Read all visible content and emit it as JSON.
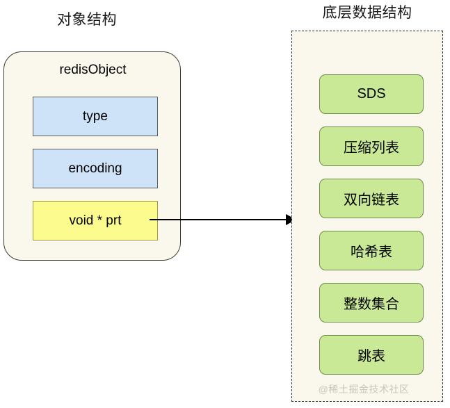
{
  "diagram": {
    "left_section": {
      "title": "对象结构",
      "container_label": "redisObject",
      "fields": [
        {
          "label": "type",
          "color": "#cfe3f8"
        },
        {
          "label": "encoding",
          "color": "#cfe3f8"
        },
        {
          "label": "void * prt",
          "color": "#fbfb8e"
        }
      ]
    },
    "right_section": {
      "title": "底层数据结构",
      "structures": [
        {
          "label": "SDS"
        },
        {
          "label": "压缩列表"
        },
        {
          "label": "双向链表"
        },
        {
          "label": "哈希表"
        },
        {
          "label": "整数集合"
        },
        {
          "label": "跳表"
        }
      ],
      "watermark": "@稀土掘金技术社区"
    },
    "connector": {
      "name": "pointer-arrow",
      "from": "void * prt",
      "to": "底层数据结构"
    },
    "colors": {
      "panel_background": "#faf8ec",
      "field_blue": "#cfe3f8",
      "field_yellow": "#fbfb8e",
      "structure_green": "#c9e996",
      "structure_border": "#6d8a4b",
      "outline": "#3d3a32",
      "watermark": "#c9c7bb"
    }
  }
}
